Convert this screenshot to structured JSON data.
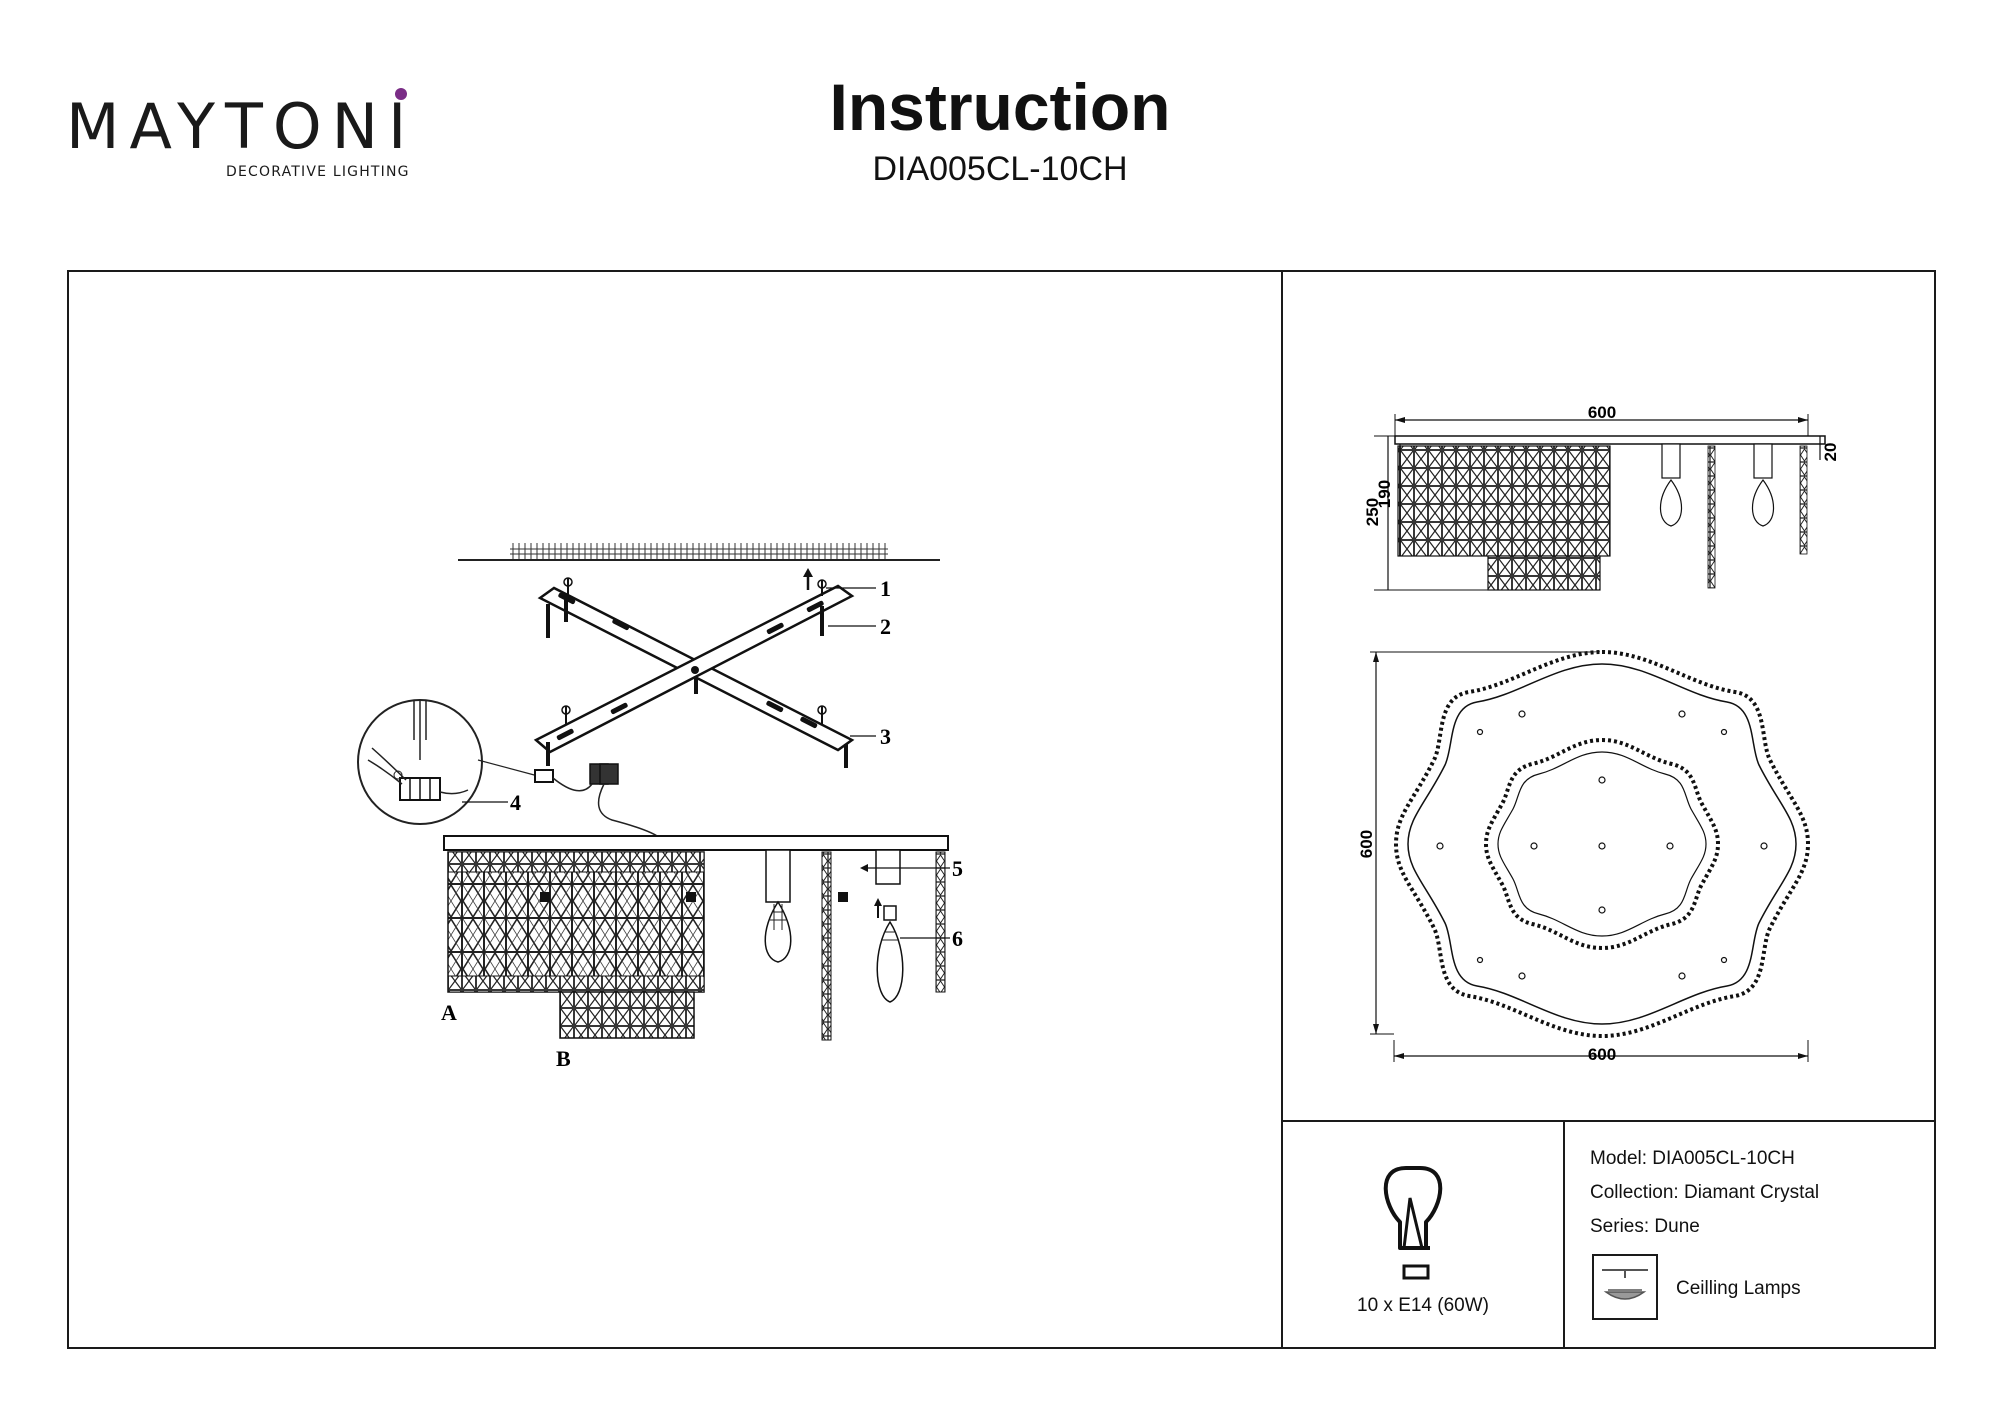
{
  "brand": {
    "name": "MAYTONI",
    "tagline": "DECORATIVE LIGHTING",
    "accent_color": "#7a2d86"
  },
  "header": {
    "title": "Instruction",
    "model_code": "DIA005CL-10CH"
  },
  "assembly": {
    "callouts": [
      "1",
      "2",
      "3",
      "4",
      "5",
      "6"
    ],
    "part_labels": [
      "A",
      "B"
    ]
  },
  "dimensions": {
    "side_width": "600",
    "side_height_total": "250",
    "side_height_body": "190",
    "side_top_plate": "20",
    "plan_height": "600",
    "plan_width": "600"
  },
  "specs": {
    "bulb": "10 x E14 (60W)",
    "model_line": "Model: DIA005CL-10CH",
    "collection_line": "Collection: Diamant Crystal",
    "series_line": "Series: Dune",
    "category": "Ceilling Lamps"
  }
}
